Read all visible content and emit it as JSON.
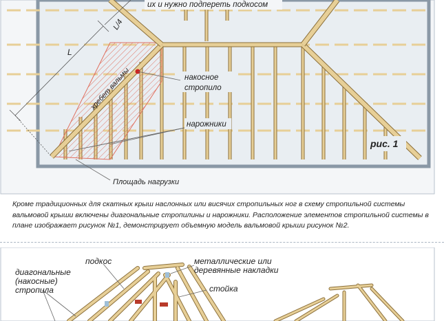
{
  "figure1": {
    "top_note": "их и нужно подпереть подкосом",
    "label_L": "L",
    "label_L4": "L/4",
    "label_ridge": "хребет вальмы",
    "label_nakos_1": "накосное",
    "label_nakos_2": "стропило",
    "label_narozhniki": "нарожники",
    "label_area": "Площадь нагрузки",
    "label_fig": "рис. 1",
    "colors": {
      "background": "#e9eef2",
      "frame": "#8a98a6",
      "timber": "#e7cf97",
      "timber_edge": "#8b6f3a",
      "hatch": "#e07060"
    }
  },
  "caption": "Кроме традиционных для скатных крыш наслонных или висячих стропильных ног в схему стропильной системы вальмовой крыши включены диагональные стропилины и нарожники. Расположение элементов стропильной системы в плане изображает рисунок №1, демонстрирует объемную модель вальмовой крыши рисунок №2.",
  "figure2": {
    "label_diag_1": "диагональные",
    "label_diag_2": "(накосные)",
    "label_diag_3": "стропила",
    "label_podkos": "подкос",
    "label_metal_1": "металлические или",
    "label_metal_2": "деревянные накладки",
    "label_stoyka": "стойка"
  }
}
